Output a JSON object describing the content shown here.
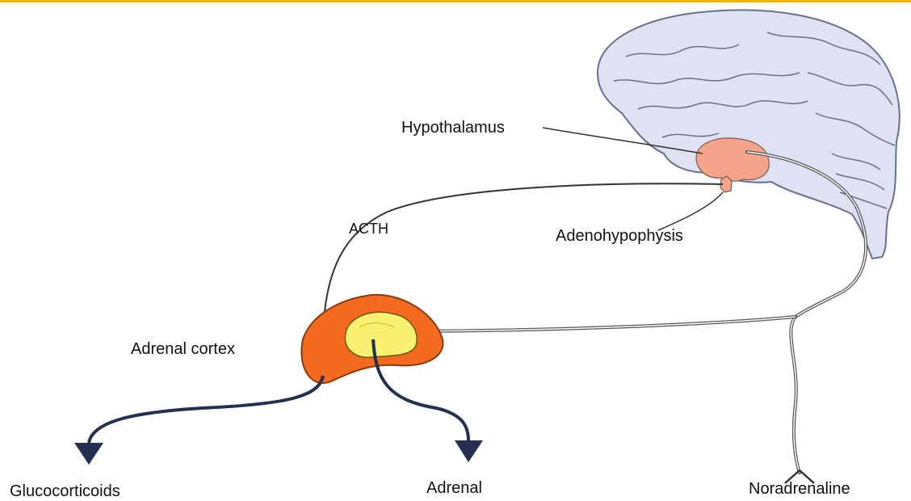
{
  "labels": {
    "hypothalamus": "Hypothalamus",
    "acth": "ACTH",
    "adenohypophysis": "Adenohypophysis",
    "adrenal_cortex": "Adrenal cortex",
    "glucocorticoids": "Glucocorticoids",
    "adrenal": "Adrenal",
    "noradrenaline": "Noradrenaline"
  },
  "colors": {
    "top_bar": "#f2b400",
    "brain_fill": "#dfe2f3",
    "brain_line": "#6a6f8a",
    "hypothalamus": "#f5a48c",
    "adrenal_outer": "#f36a1e",
    "adrenal_inner": "#f7f070",
    "arrow": "#23304f",
    "nerve": "#555555"
  }
}
